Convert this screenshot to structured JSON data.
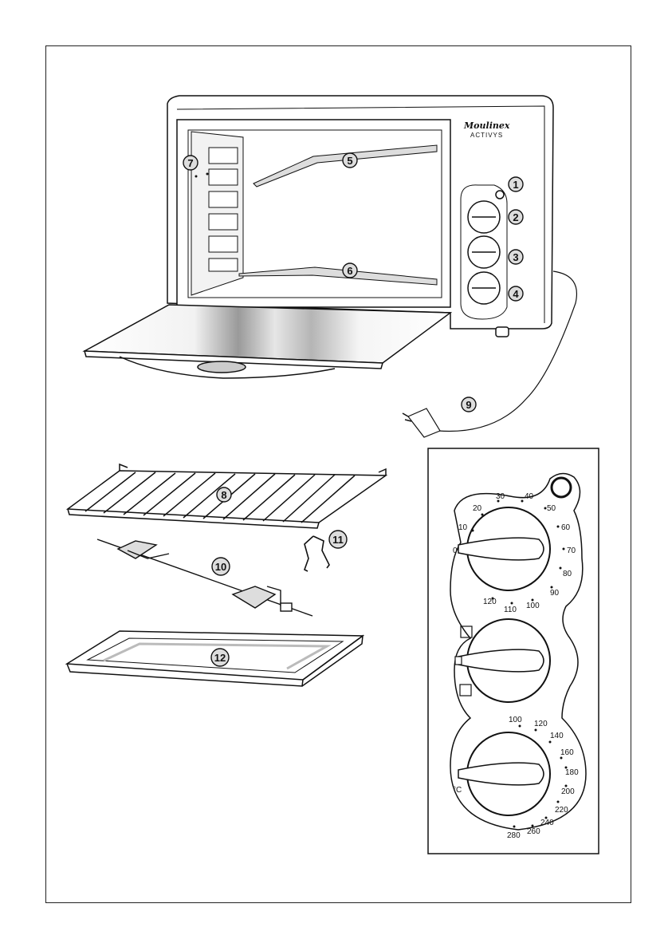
{
  "brand": {
    "name": "Moulinex",
    "model": "ACTIVYS"
  },
  "callouts": {
    "c1": "1",
    "c2": "2",
    "c3": "3",
    "c4": "4",
    "c5": "5",
    "c6": "6",
    "c7": "7",
    "c8": "8",
    "c9": "9",
    "c10": "10",
    "c11": "11",
    "c12": "12"
  },
  "timer_scale": {
    "ticks": [
      "0",
      "10",
      "20",
      "30",
      "40",
      "50",
      "60",
      "70",
      "80",
      "90",
      "100",
      "110",
      "120"
    ]
  },
  "temperature_scale": {
    "unit": "°C",
    "ticks": [
      "100",
      "120",
      "140",
      "160",
      "180",
      "200",
      "220",
      "240",
      "260",
      "280"
    ]
  }
}
